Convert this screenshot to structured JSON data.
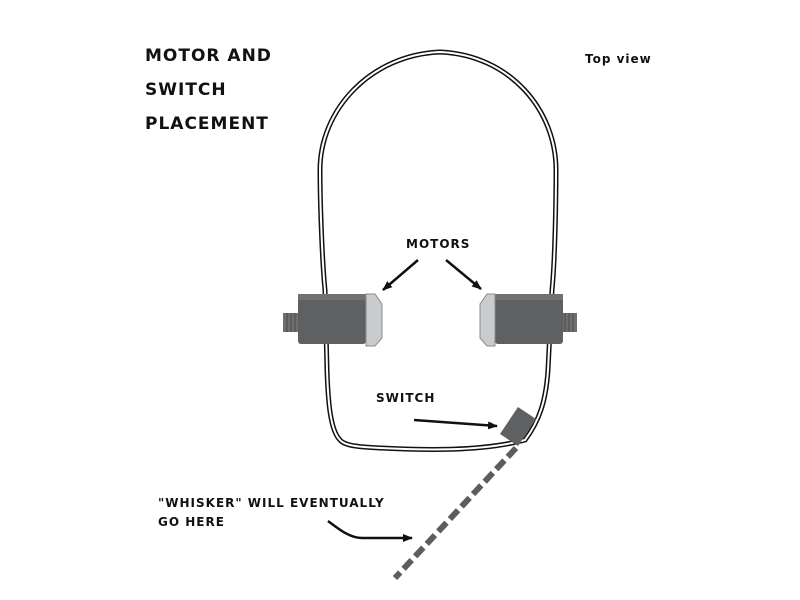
{
  "title": {
    "lines": [
      "MOTOR AND",
      "SWITCH",
      "PLACEMENT"
    ]
  },
  "view_label": "Top view",
  "labels": {
    "motors": "MOTORS",
    "switch": "SWITCH",
    "whisker": {
      "lines": [
        "\"WHISKER\" WILL EVENTUALLY",
        "GO HERE"
      ]
    }
  },
  "colors": {
    "ink": "#111111",
    "motor_body": "#5f6062",
    "motor_face": "#c9cbcd",
    "motor_shaft": "#6d6e70",
    "whisker": "#5c5d5f"
  }
}
